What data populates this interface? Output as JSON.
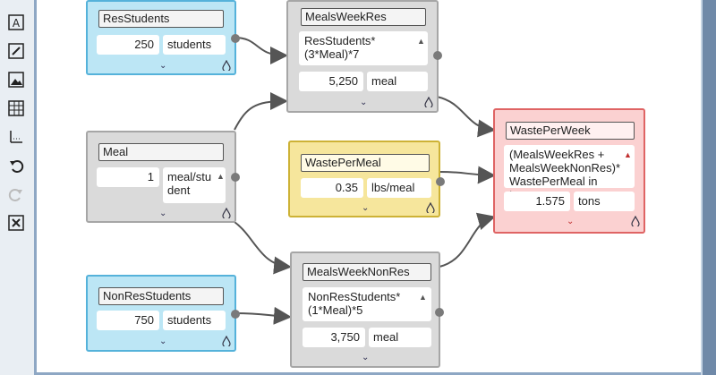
{
  "toolbar": {
    "items": [
      {
        "name": "text-tool-icon",
        "glyph": "A"
      },
      {
        "name": "pencil-tool-icon",
        "glyph": "✎"
      },
      {
        "name": "image-tool-icon",
        "glyph": "▣"
      },
      {
        "name": "table-tool-icon",
        "glyph": "▦"
      },
      {
        "name": "graph-tool-icon",
        "glyph": "⊾"
      },
      {
        "name": "undo-icon",
        "glyph": "↶"
      },
      {
        "name": "redo-icon",
        "glyph": "↷"
      },
      {
        "name": "delete-icon",
        "glyph": "✕"
      }
    ]
  },
  "nodes": {
    "res_students": {
      "title": "ResStudents",
      "value": "250",
      "unit": "students"
    },
    "meal": {
      "title": "Meal",
      "value": "1",
      "unit": "meal/stu dent"
    },
    "non_res_students": {
      "title": "NonResStudents",
      "value": "750",
      "unit": "students"
    },
    "meals_week_res": {
      "title": "MealsWeekRes",
      "formula": "ResStudents* (3*Meal)*7",
      "value": "5,250",
      "unit": "meal"
    },
    "waste_per_meal": {
      "title": "WastePerMeal",
      "value": "0.35",
      "unit": "lbs/meal"
    },
    "meals_week_non_res": {
      "title": "MealsWeekNonRes",
      "formula": "NonResStudents* (1*Meal)*5",
      "value": "3,750",
      "unit": "meal"
    },
    "waste_per_week": {
      "title": "WastePerWeek",
      "formula": "(MealsWeekRes + MealsWeekNonRes)* WastePerMeal in tons",
      "value": "1.575",
      "unit": "tons"
    }
  },
  "icons": {
    "caret_up": "▲",
    "chevron_down": "⌄",
    "drop": "💧"
  },
  "colors": {
    "input_node": "#bce6f5",
    "calc_node": "#dadada",
    "factor_node": "#f6e69c",
    "result_node": "#fbd1d1",
    "link": "#555555"
  }
}
